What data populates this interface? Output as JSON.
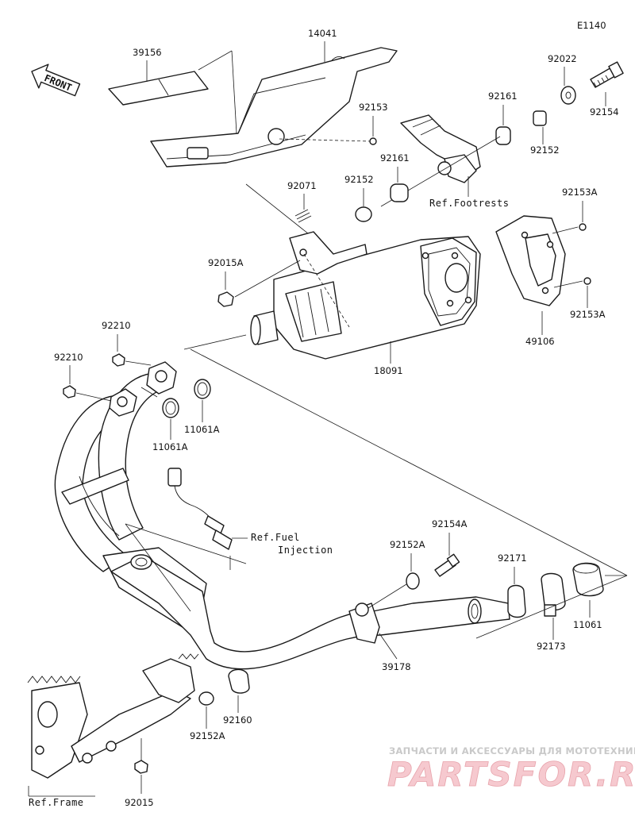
{
  "diagram_code": "E1140",
  "front_label": "FRONT",
  "part_labels": {
    "p39156": "39156",
    "p14041": "14041",
    "p92022": "92022",
    "p92161_top": "92161",
    "p92154": "92154",
    "p92153": "92153",
    "p92152_right": "92152",
    "p92161_mid": "92161",
    "p92071": "92071",
    "p92152_mid": "92152",
    "p92153A_top": "92153A",
    "p92015A": "92015A",
    "p92153A_bottom": "92153A",
    "p49106": "49106",
    "p92210_top": "92210",
    "p18091": "18091",
    "p92210_left": "92210",
    "p11061A_right": "11061A",
    "p11061A_left": "11061A",
    "p92154A": "92154A",
    "p92152A_upper": "92152A",
    "p92171": "92171",
    "p11061": "11061",
    "p92173": "92173",
    "p39178": "39178",
    "p92160": "92160",
    "p92152A_lower": "92152A",
    "p92015": "92015"
  },
  "references": {
    "footrests": "Ref.Footrests",
    "fuel_line1": "Ref.Fuel",
    "fuel_line2": "Injection",
    "frame": "Ref.Frame"
  },
  "watermark": {
    "tagline": "ЗАПЧАСТИ И АКСЕССУАРЫ ДЛЯ МОТОТЕХНИКИ",
    "logo": "PARTSFOR.RU"
  }
}
